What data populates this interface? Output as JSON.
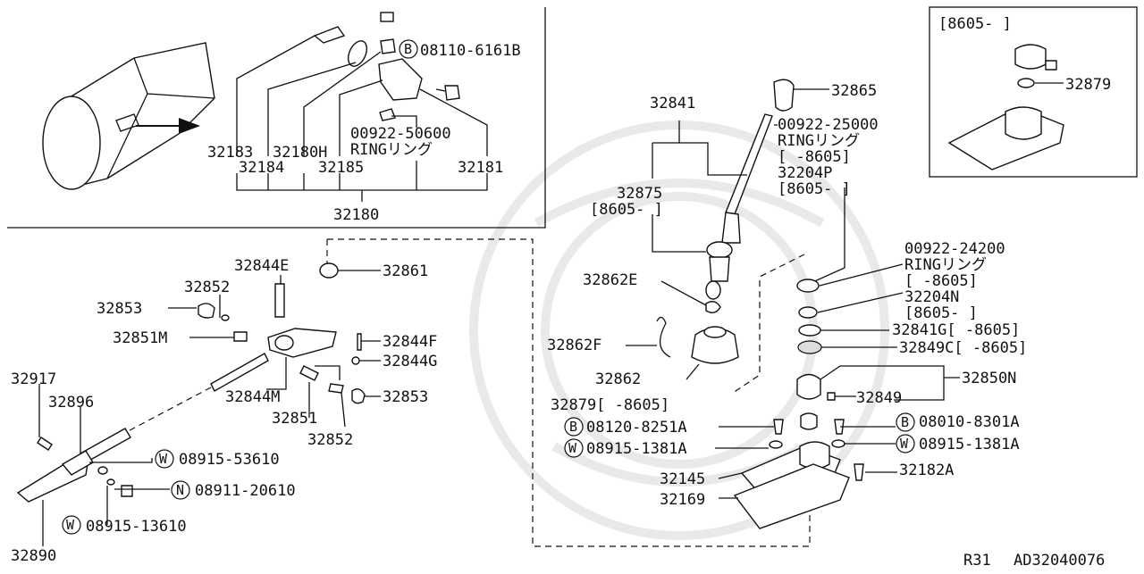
{
  "diagram": {
    "footer": {
      "model": "R31",
      "code": "AD32040076"
    },
    "inset_top": {
      "labels": {
        "p32183": "32183",
        "p32180H": "32180H",
        "p32184": "32184",
        "p32185": "32185",
        "p32181": "32181",
        "p32180": "32180",
        "bolt": "08110-6161B",
        "bolt_prefix": "B",
        "ring_num": "00922-50600",
        "ring_txt": "RINGリング"
      }
    },
    "inset_right": {
      "range": "[8605-     ]",
      "p32879": "32879"
    },
    "lever": {
      "p32841": "32841",
      "p32865": "32865",
      "ring1_num": "00922-25000",
      "ring1_txt": "RINGリング",
      "ring1_range": "[     -8605]",
      "p32204P": "32204P",
      "p32204P_range": "[8605-     ]",
      "p32875": "32875",
      "p32875_range": "[8605-     ]",
      "p32862E": "32862E",
      "p32862F": "32862F",
      "p32862": "32862",
      "p32879": "32879[     -8605]",
      "ring2_num": "00922-24200",
      "ring2_txt": "RINGリング",
      "ring2_range": "[     -8605]",
      "p32204N": "32204N",
      "p32204N_range": "[8605-     ]",
      "p32841G": "32841G[     -8605]",
      "p32849C": "32849C[     -8605]",
      "p32850N": "32850N",
      "p32849": "32849",
      "b1_prefix": "B",
      "b1": "08120-8251A",
      "w1_prefix": "W",
      "w1": "08915-1381A",
      "b2_prefix": "B",
      "b2": "08010-8301A",
      "w2_prefix": "W",
      "w2": "08915-1381A",
      "p32145": "32145",
      "p32182A": "32182A",
      "p32169": "32169"
    },
    "linkage": {
      "p32844E": "32844E",
      "p32861": "32861",
      "p32852a": "32852",
      "p32853a": "32853",
      "p32851M": "32851M",
      "p32844F": "32844F",
      "p32844G": "32844G",
      "p32844M": "32844M",
      "p32853b": "32853",
      "p32851": "32851",
      "p32852b": "32852",
      "p32917": "32917",
      "p32896": "32896",
      "w3_prefix": "W",
      "w3": "08915-53610",
      "n1_prefix": "N",
      "n1": "08911-20610",
      "w4_prefix": "W",
      "w4": "08915-13610",
      "p32890": "32890"
    }
  }
}
